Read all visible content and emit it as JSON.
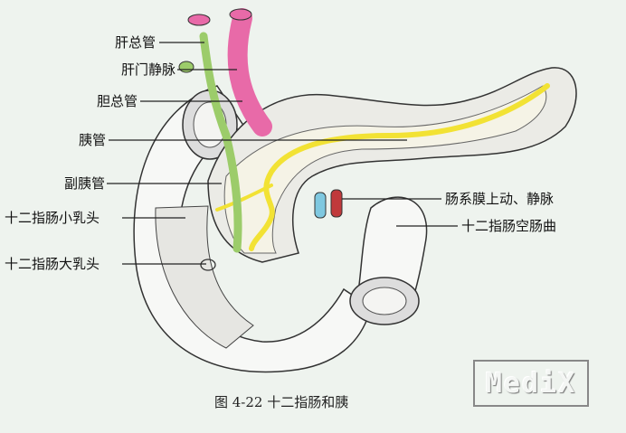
{
  "labels": {
    "common_hepatic_duct": "肝总管",
    "portal_vein": "肝门静脉",
    "common_bile_duct": "胆总管",
    "pancreatic_duct": "胰管",
    "accessory_pancreatic_duct": "副胰管",
    "minor_duodenal_papilla": "十二指肠小乳头",
    "major_duodenal_papilla": "十二指肠大乳头",
    "superior_mesenteric_vessels": "肠系膜上动、静脉",
    "duodenojejunal_flexure": "十二指肠空肠曲"
  },
  "caption": "图 4-22   十二指肠和胰",
  "watermark": "MediX",
  "colors": {
    "background": "#eef3ee",
    "duct": "#f2e234",
    "vein": "#e86aa8",
    "bile": "#9ccc6a",
    "artery": "#c0393b",
    "vein_blue": "#7fc8e0"
  }
}
